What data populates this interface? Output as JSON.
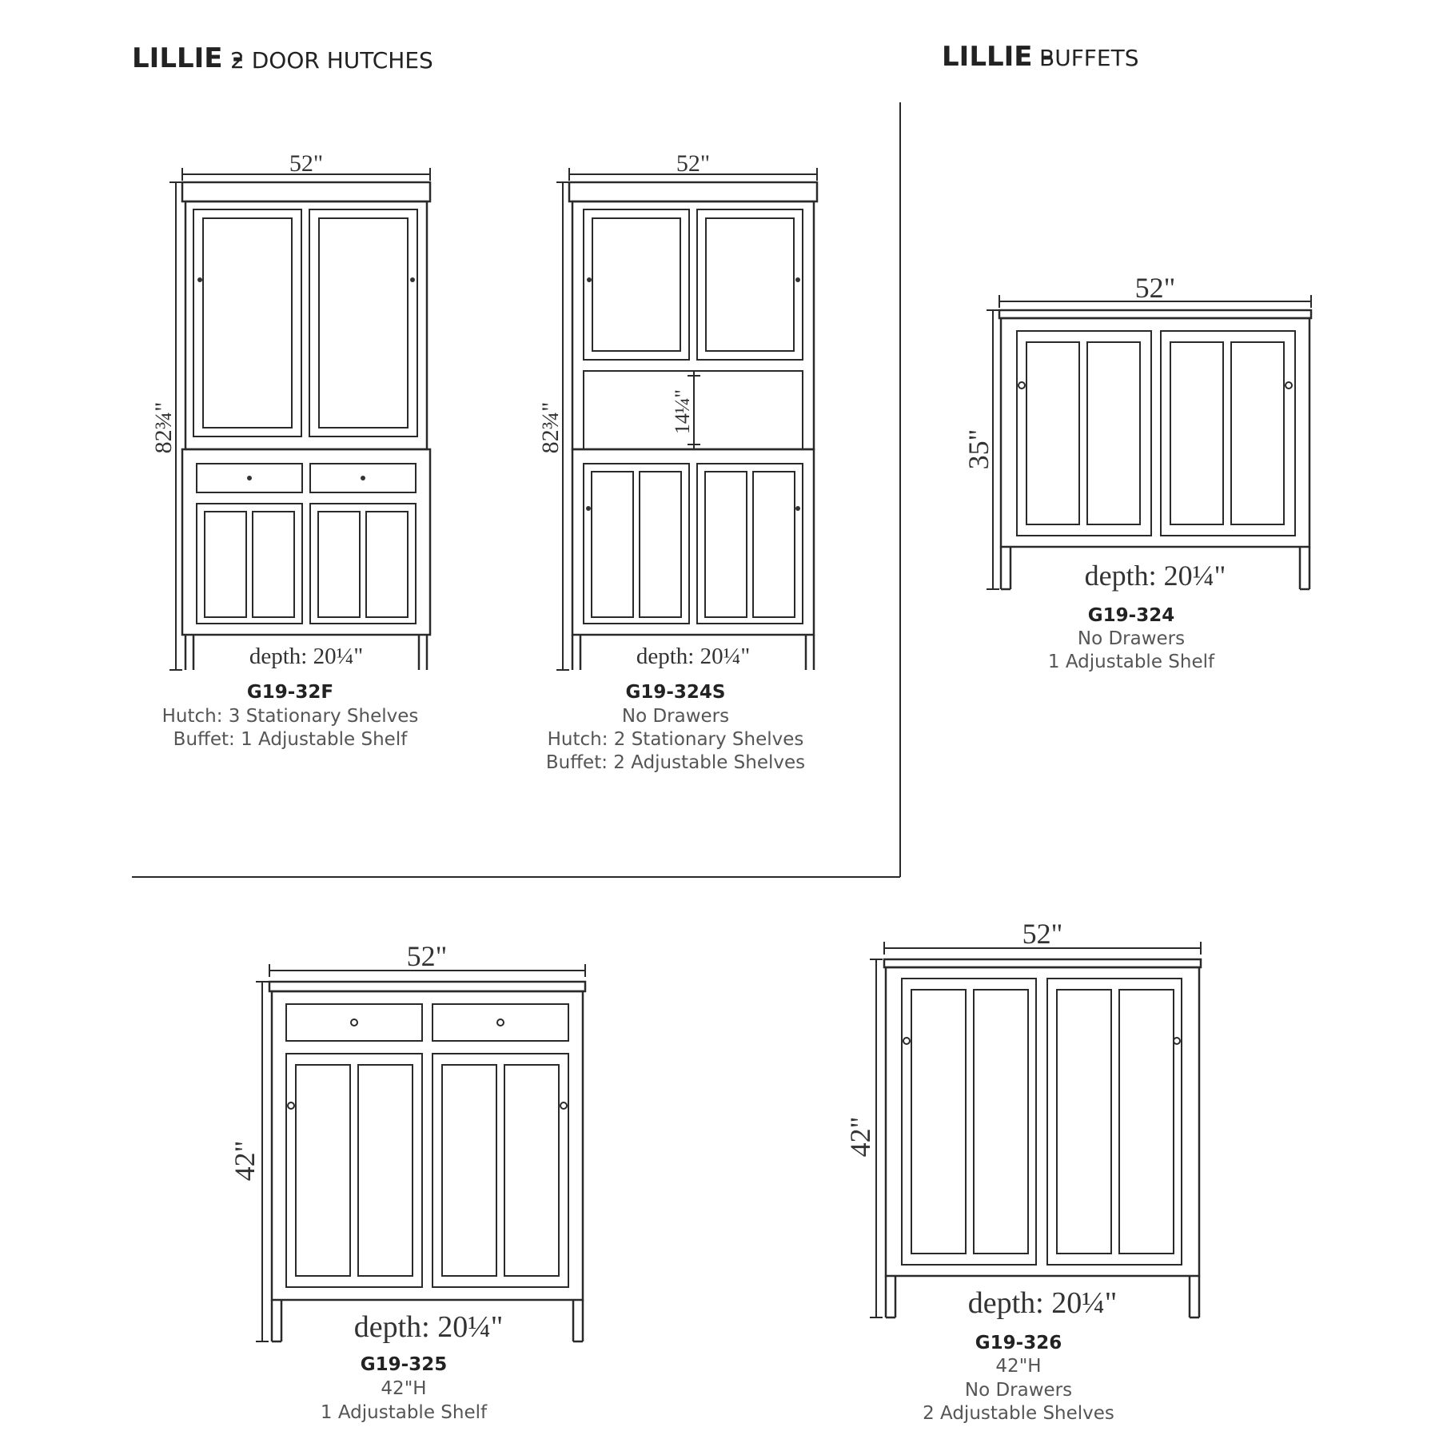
{
  "headers": {
    "hutches_brand": "LILLIE -",
    "hutches_title": "2 DOOR HUTCHES",
    "buffets_brand": "LILLIE -",
    "buffets_title": "BUFFETS"
  },
  "items": [
    {
      "id": "g19-32f",
      "width": "52\"",
      "height": "82¾\"",
      "depth": "depth: 20¼\"",
      "model": "G19-32F",
      "lines": [
        "Hutch: 3 Stationary Shelves",
        "Buffet: 1 Adjustable Shelf"
      ]
    },
    {
      "id": "g19-324s",
      "width": "52\"",
      "height": "82¾\"",
      "inner": "14¼\"",
      "depth": "depth: 20¼\"",
      "model": "G19-324S",
      "lines": [
        "No Drawers",
        "Hutch: 2 Stationary Shelves",
        "Buffet: 2 Adjustable Shelves"
      ]
    },
    {
      "id": "g19-324",
      "width": "52\"",
      "height": "35\"",
      "depth": "depth: 20¼\"",
      "model": "G19-324",
      "lines": [
        "No Drawers",
        "1 Adjustable Shelf"
      ]
    },
    {
      "id": "g19-325",
      "width": "52\"",
      "height": "42\"",
      "depth": "depth: 20¼\"",
      "model": "G19-325",
      "lines": [
        "42\"H",
        "1 Adjustable Shelf"
      ]
    },
    {
      "id": "g19-326",
      "width": "52\"",
      "height": "42\"",
      "depth": "depth: 20¼\"",
      "model": "G19-326",
      "lines": [
        "42\"H",
        "No Drawers",
        "2 Adjustable Shelves"
      ]
    }
  ]
}
